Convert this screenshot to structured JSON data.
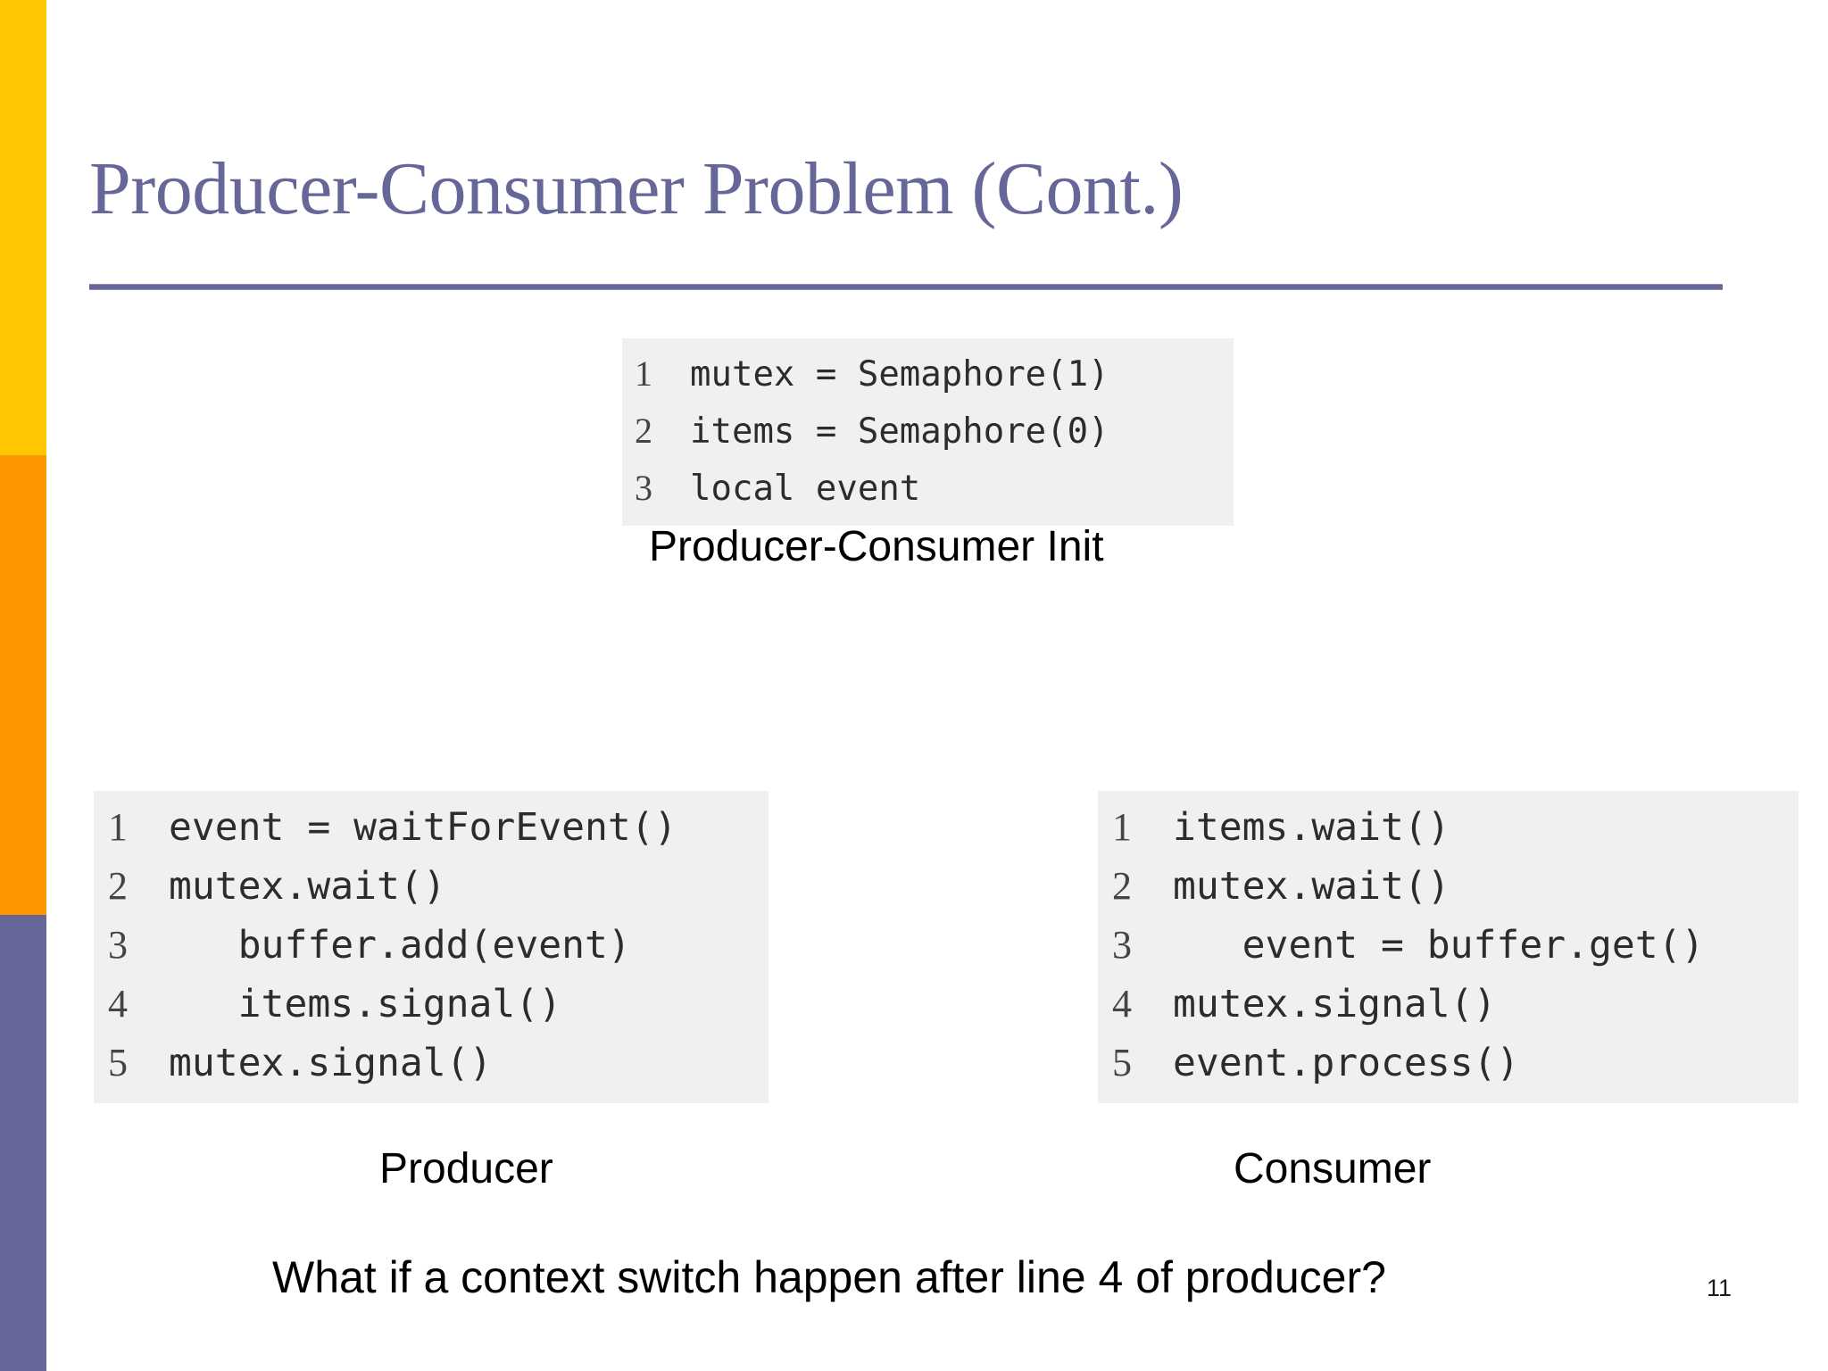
{
  "slide": {
    "title": "Producer-Consumer Problem (Cont.)",
    "page_number": "11",
    "bottom_question": "What if a context switch happen after line 4 of producer?"
  },
  "theme": {
    "title_color": "#666699",
    "band_yellow": "#ffc800",
    "band_orange": "#fd9700",
    "band_purple": "#666699",
    "code_background": "#f0f0f0",
    "text_color": "#000000"
  },
  "code_init": {
    "caption": "Producer-Consumer Init",
    "lines": [
      {
        "no": "1",
        "code": "mutex = Semaphore(1)"
      },
      {
        "no": "2",
        "code": "items = Semaphore(0)"
      },
      {
        "no": "3",
        "code": "local event"
      }
    ]
  },
  "code_producer": {
    "caption": "Producer",
    "lines": [
      {
        "no": "1",
        "code": "event = waitForEvent()"
      },
      {
        "no": "2",
        "code": "mutex.wait()"
      },
      {
        "no": "3",
        "code": "   buffer.add(event)"
      },
      {
        "no": "4",
        "code": "   items.signal()"
      },
      {
        "no": "5",
        "code": "mutex.signal()"
      }
    ]
  },
  "code_consumer": {
    "caption": "Consumer",
    "lines": [
      {
        "no": "1",
        "code": "items.wait()"
      },
      {
        "no": "2",
        "code": "mutex.wait()"
      },
      {
        "no": "3",
        "code": "   event = buffer.get()"
      },
      {
        "no": "4",
        "code": "mutex.signal()"
      },
      {
        "no": "5",
        "code": "event.process()"
      }
    ]
  }
}
